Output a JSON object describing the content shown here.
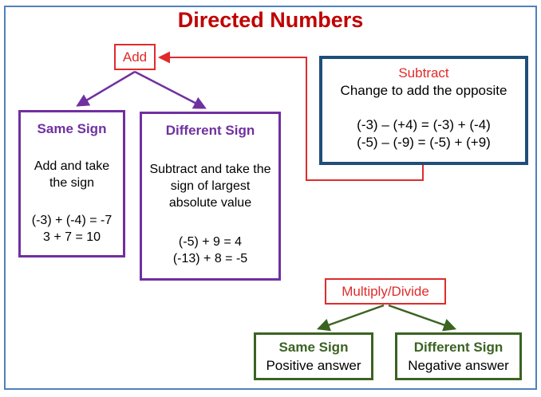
{
  "title": "Directed Numbers",
  "add": {
    "label": "Add"
  },
  "subtract": {
    "title": "Subtract",
    "rule": "Change to add the opposite",
    "equations": [
      "(-3) – (+4) = (-3) + (-4)",
      "(-5) – (-9) = (-5) + (+9)"
    ]
  },
  "add_same_sign": {
    "title": "Same Sign",
    "rule": "Add and take the sign",
    "equations": [
      "(-3) + (-4) = -7",
      "3 + 7 = 10"
    ]
  },
  "add_different_sign": {
    "title": "Different Sign",
    "rule": "Subtract and take the sign of largest absolute value",
    "equations": [
      "(-5) + 9 = 4",
      "(-13) + 8 = -5"
    ]
  },
  "multiply_divide": {
    "label": "Multiply/Divide"
  },
  "md_same_sign": {
    "title": "Same Sign",
    "rule": "Positive answer"
  },
  "md_different_sign": {
    "title": "Different Sign",
    "rule": "Negative answer"
  },
  "colors": {
    "title_red": "#c00000",
    "accent_red": "#e02b2b",
    "purple": "#7030a0",
    "dark_blue": "#1f4e79",
    "dark_green": "#3b6322",
    "frame_blue": "#4f81bd"
  }
}
